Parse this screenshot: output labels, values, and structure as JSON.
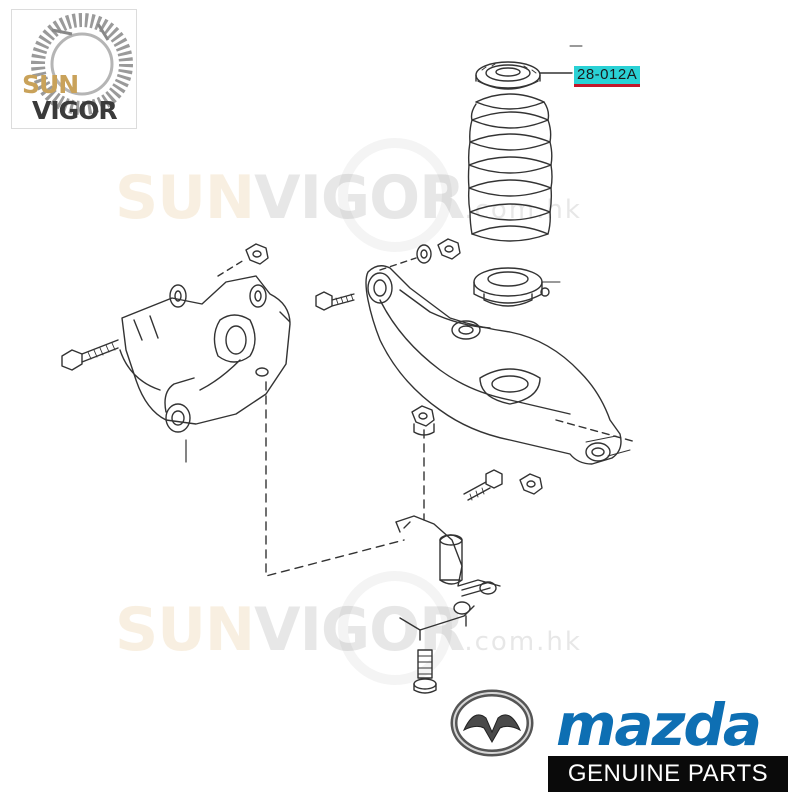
{
  "logo": {
    "word1": "SUN",
    "word2": "VIGOR"
  },
  "watermark": {
    "part1": "SUN",
    "part2": "VIGOR",
    "domain": ".com.hk"
  },
  "callout": {
    "part_number": "28-012A"
  },
  "brand": {
    "wordmark": "mazda",
    "tagline": "GENUINE PARTS"
  },
  "colors": {
    "highlight": "#2ad1d5",
    "underline": "#c4162a",
    "mazda_blue": "#0e6fb3",
    "line": "#333333"
  }
}
